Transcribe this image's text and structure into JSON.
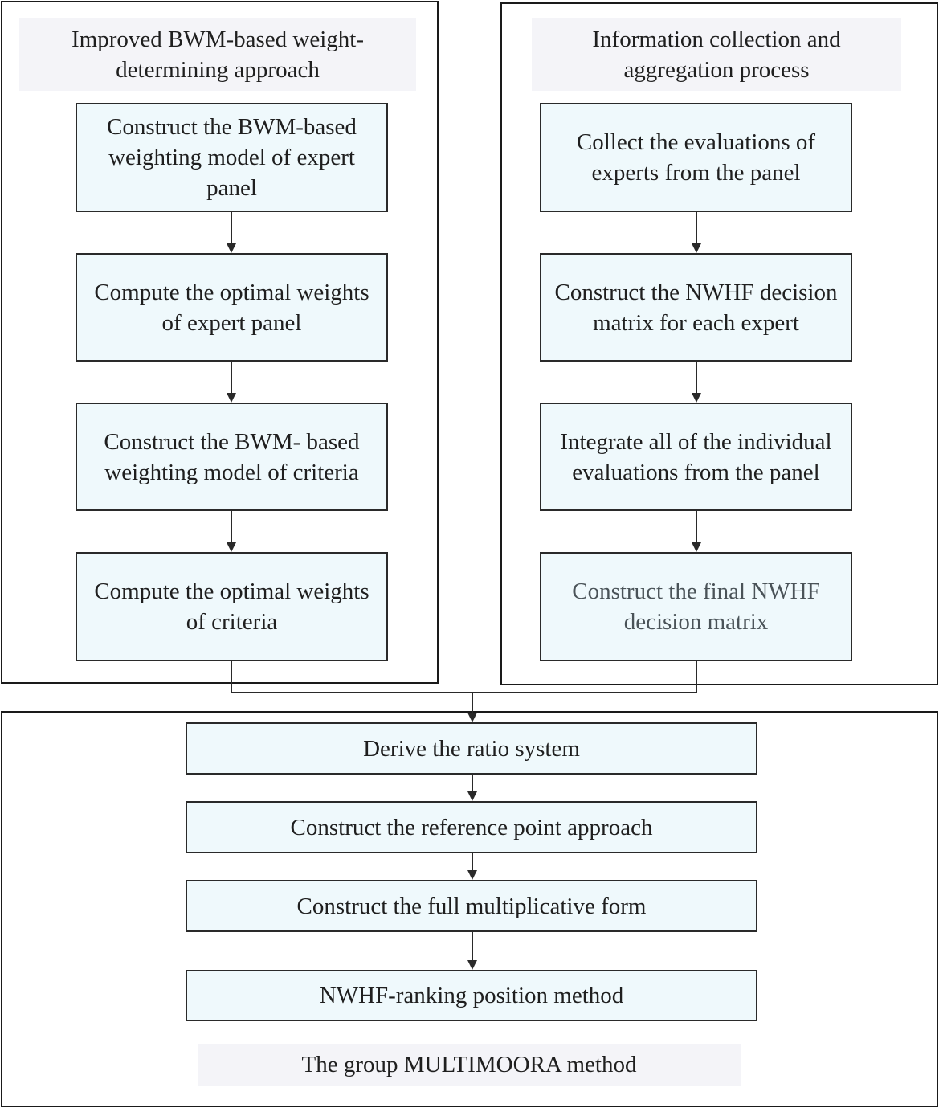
{
  "left_panel": {
    "title": "Improved BWM-based weight-determining approach",
    "steps": [
      "Construct the BWM-based weighting model of expert panel",
      "Compute the optimal weights of expert panel",
      "Construct the BWM- based weighting model of criteria",
      "Compute the optimal weights of criteria"
    ]
  },
  "right_panel": {
    "title": "Information collection and aggregation process",
    "steps": [
      "Collect the evaluations of experts from the panel",
      "Construct the NWHF decision matrix for each expert",
      "Integrate all of the individual evaluations from the panel",
      "Construct the final NWHF decision matrix"
    ]
  },
  "bottom_panel": {
    "title": "The group MULTIMOORA method",
    "steps": [
      "Derive the ratio system",
      "Construct the reference point approach",
      "Construct the full multiplicative form",
      "NWHF-ranking position method"
    ]
  }
}
